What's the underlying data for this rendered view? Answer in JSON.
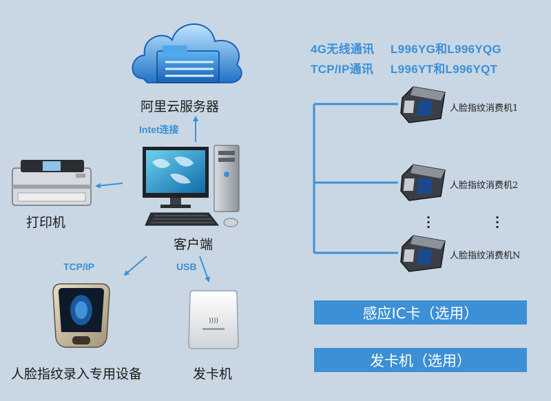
{
  "nodes": {
    "cloud_server": "阿里云服务器",
    "client": "客户端",
    "printer": "打印机",
    "face_enroll_device": "人脸指纹录入专用设备",
    "card_issuer": "发卡机"
  },
  "links": {
    "internet": "Intet连接",
    "tcpip": "TCP/IP",
    "usb": "USB"
  },
  "comm": [
    {
      "mode": "4G无线通讯",
      "models": "L996YG和L996YQG"
    },
    {
      "mode": "TCP/IP通讯",
      "models": "L996YT和L996YQT"
    }
  ],
  "terminals": [
    {
      "label": "人脸指纹消费机1"
    },
    {
      "label": "人脸指纹消费机2"
    },
    {
      "label": "人脸指纹消费机N"
    }
  ],
  "options": {
    "ic_card": "感应IC卡（选用）",
    "card_machine": "发卡机（选用）"
  },
  "colors": {
    "background": "#c9d7e4",
    "accent": "#3d8fd6"
  },
  "icons": [
    "cloud-folder-icon",
    "desktop-computer-icon",
    "printer-icon",
    "face-fingerprint-terminal-icon",
    "card-reader-icon",
    "consumption-terminal-icon"
  ]
}
